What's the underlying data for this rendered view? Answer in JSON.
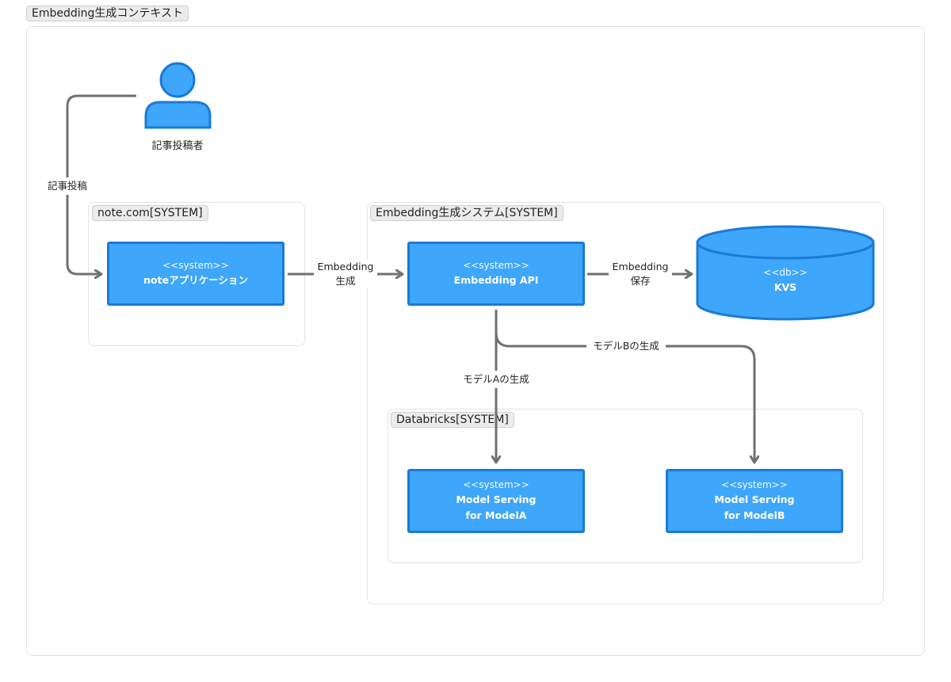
{
  "context": {
    "title": "Embedding生成コンテキスト"
  },
  "actor": {
    "name": "記事投稿者"
  },
  "boundaries": {
    "note": "note.com[SYSTEM]",
    "embedding": "Embedding生成システム[SYSTEM]",
    "databricks": "Databricks[SYSTEM]"
  },
  "systems": {
    "note_app": {
      "stereotype": "<<system>>",
      "name": "noteアプリケーション"
    },
    "embedding_api": {
      "stereotype": "<<system>>",
      "name": "Embedding API"
    },
    "kvs": {
      "stereotype": "<<db>>",
      "name": "KVS"
    },
    "model_a": {
      "stereotype": "<<system>>",
      "name_line1": "Model Serving",
      "name_line2": "for ModelA"
    },
    "model_b": {
      "stereotype": "<<system>>",
      "name_line1": "Model Serving",
      "name_line2": "for ModelB"
    }
  },
  "edges": {
    "post": "記事投稿",
    "generate_line1": "Embedding",
    "generate_line2": "生成",
    "save_line1": "Embedding",
    "save_line2": "保存",
    "model_a": "モデルAの生成",
    "model_b": "モデルBの生成"
  },
  "colors": {
    "node_fill": "#3ea6fb",
    "node_border": "#1a7ad6",
    "edge": "#707070",
    "boundary": "#e3e3e3"
  }
}
